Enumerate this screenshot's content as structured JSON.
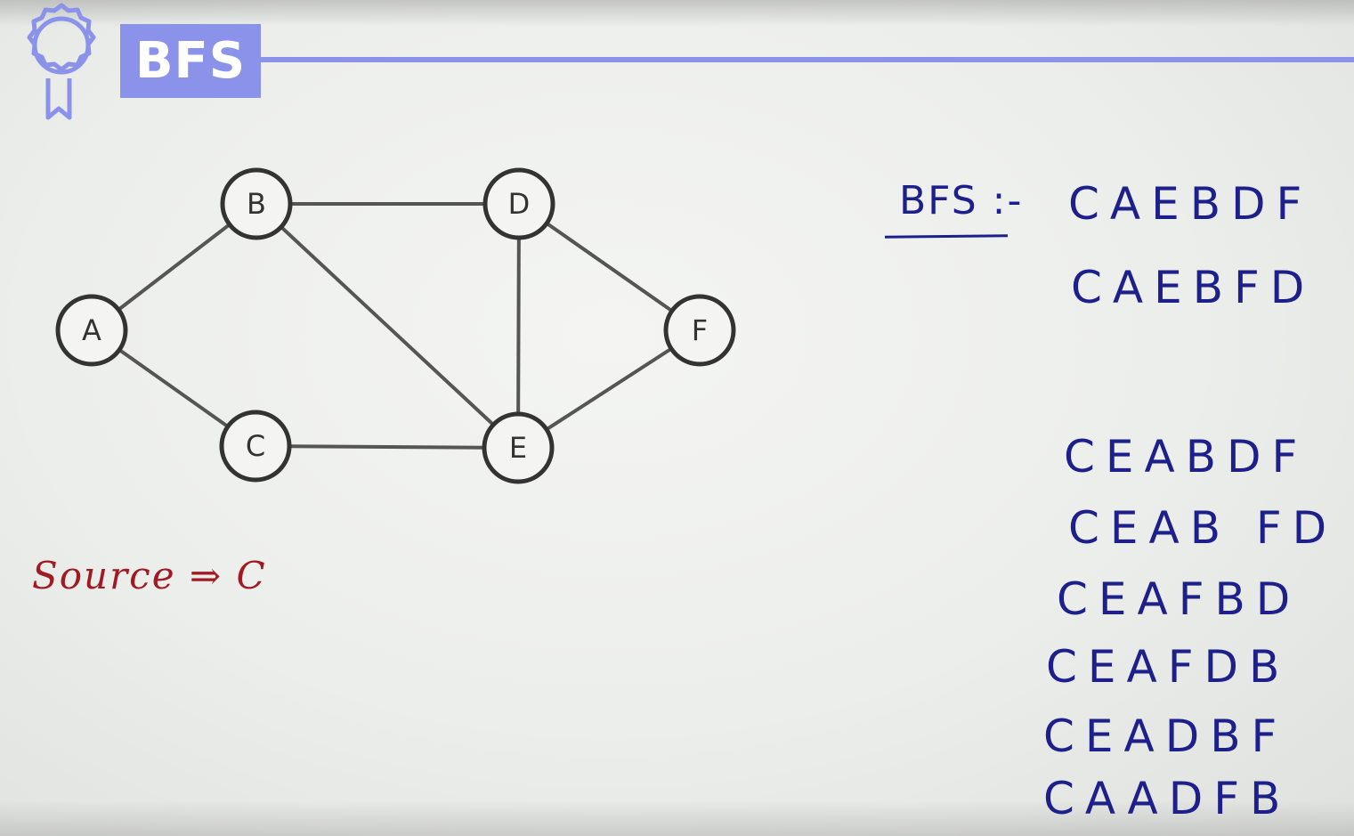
{
  "title": "BFS",
  "graph": {
    "nodes": [
      {
        "id": "A",
        "label": "A"
      },
      {
        "id": "B",
        "label": "B"
      },
      {
        "id": "C",
        "label": "C"
      },
      {
        "id": "D",
        "label": "D"
      },
      {
        "id": "E",
        "label": "E"
      },
      {
        "id": "F",
        "label": "F"
      }
    ],
    "edges": [
      [
        "A",
        "B"
      ],
      [
        "A",
        "C"
      ],
      [
        "B",
        "D"
      ],
      [
        "B",
        "E"
      ],
      [
        "C",
        "E"
      ],
      [
        "D",
        "E"
      ],
      [
        "D",
        "F"
      ],
      [
        "E",
        "F"
      ]
    ]
  },
  "source_note": "Source ⇒ C",
  "bfs_label": "BFS :-",
  "sequences": [
    "CAEBDF",
    "CAEBFD",
    "CEABDF",
    "CEAB FD",
    "CEAFBD",
    "CEAFDB",
    "CEADBF",
    "CAADFB"
  ],
  "colors": {
    "accent": "#8a93e9",
    "node_stroke": "#333333",
    "handwriting_blue": "#1d1f8a",
    "handwriting_red": "#a11a22"
  },
  "icons": {
    "badge": "award-ribbon-icon"
  }
}
